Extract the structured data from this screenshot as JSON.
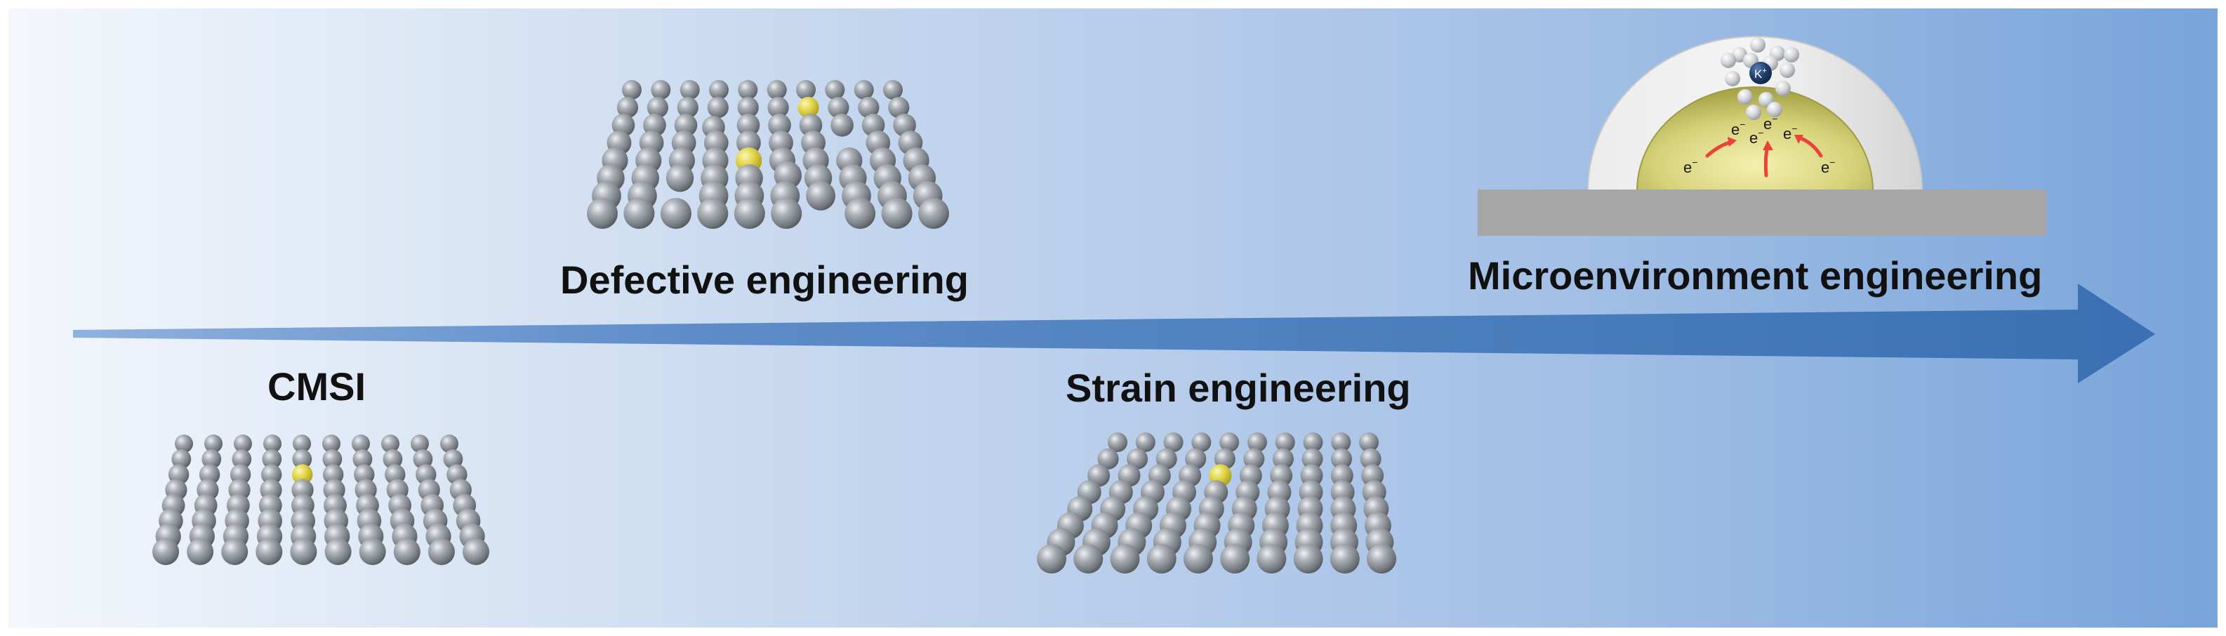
{
  "labels": {
    "cmsi": "CMSI",
    "defective": "Defective engineering",
    "strain": "Strain engineering",
    "microenvironment": "Microenvironment engineering"
  },
  "microenvironment": {
    "cation_symbol": "K",
    "cation_charge": "+",
    "electron_symbol": "e",
    "electron_charge": "−"
  },
  "colors": {
    "background_left": "#f4f7fc",
    "background_right": "#7aa6da",
    "arrow": "#3f74b5",
    "atom": "#8b9096",
    "single_atom": "#d8cc3a",
    "substrate": "#a6a6a6",
    "shell": "#d9d9d9",
    "core": "#d2cf70",
    "cation": "#1f3a66",
    "electron_arrow": "#e8443a"
  },
  "icons": {
    "cmsi": "atom-lattice-with-single-atom",
    "defective": "defective-atom-lattice",
    "strain": "strained-atom-lattice",
    "microenvironment": "core-shell-particle-with-cation"
  }
}
